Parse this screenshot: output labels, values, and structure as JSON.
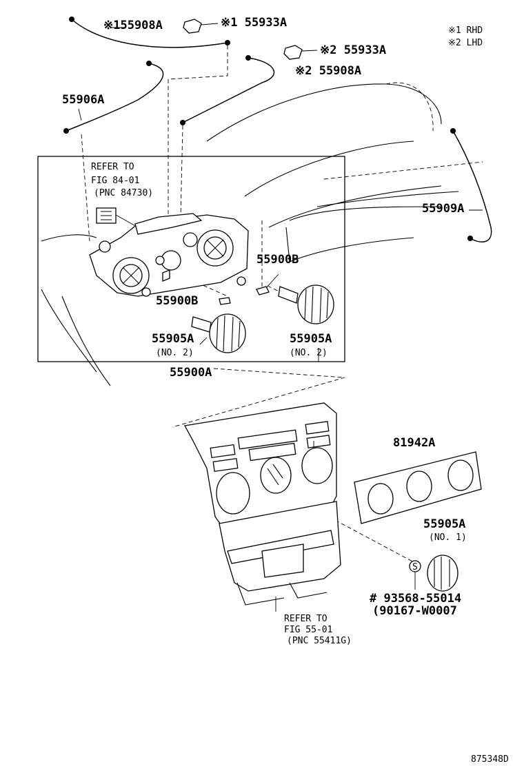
{
  "labels": {
    "p55908A_1": "※155908A",
    "p55933A_1": "※1 55933A",
    "legend_rhd": "※1 RHD",
    "legend_lhd": "※2 LHD",
    "p55933A_2": "※2 55933A",
    "p55908A_2": "※2 55908A",
    "p55906A": "55906A",
    "refer1_line1": "REFER TO",
    "refer1_line2": "FIG 84-01",
    "refer1_line3": "(PNC 84730)",
    "p55909A": "55909A",
    "p55900B_right": "55900B",
    "p55900B_left": "55900B",
    "p55905A_left": "55905A",
    "p55905A_left_no": "(NO. 2)",
    "p55905A_right": "55905A",
    "p55905A_right_no": "(NO. 2)",
    "p55900A": "55900A",
    "p81942A": "81942A",
    "p55905A_no1": "55905A",
    "p55905A_no1_no": "(NO. 1)",
    "p93568": "# 93568-55014",
    "p90167": "(90167-W0007",
    "refer2_line1": "REFER TO",
    "refer2_line2": "FIG 55-01",
    "refer2_line3": "(PNC 55411G)",
    "screw_mark": "S",
    "figure_id": "875348D"
  }
}
